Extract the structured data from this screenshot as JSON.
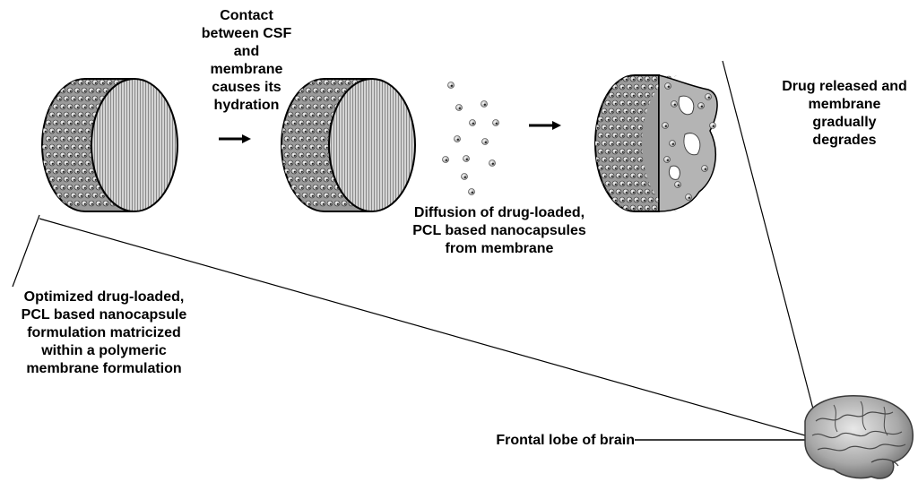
{
  "labels": {
    "contact": "Contact\nbetween CSF\nand\nmembrane\ncauses its\nhydration",
    "diffusion": "Diffusion of drug-loaded,\nPCL based nanocapsules\nfrom membrane",
    "degrade": "Drug released and\nmembrane\ngradually\ndegrades",
    "optimized": "Optimized drug-loaded,\nPCL based nanocapsule\nformulation matricized\nwithin a polymeric\nmembrane formulation",
    "frontal": "Frontal lobe of brain"
  },
  "colors": {
    "outline": "#000000",
    "membrane_face": "#c8c8c8",
    "membrane_side": "#9a9a9a",
    "degraded_fragment": "#b4b4b4",
    "nanocapsule": "#ffffff",
    "brain": "#8f8f8f"
  }
}
